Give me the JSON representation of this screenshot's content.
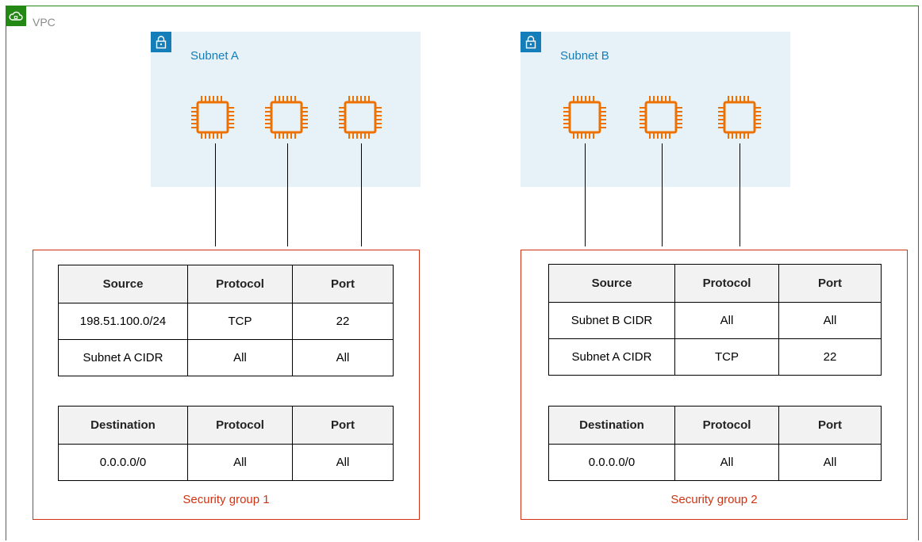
{
  "vpc": {
    "label": "VPC",
    "icon": "cloud-icon"
  },
  "subnets": [
    {
      "label": "Subnet A",
      "icon": "lock-icon"
    },
    {
      "label": "Subnet B",
      "icon": "lock-icon"
    }
  ],
  "security_groups": [
    {
      "label": "Security group 1",
      "inbound": {
        "headers": [
          "Source",
          "Protocol",
          "Port"
        ],
        "rows": [
          [
            "198.51.100.0/24",
            "TCP",
            "22"
          ],
          [
            "Subnet A CIDR",
            "All",
            "All"
          ]
        ]
      },
      "outbound": {
        "headers": [
          "Destination",
          "Protocol",
          "Port"
        ],
        "rows": [
          [
            "0.0.0.0/0",
            "All",
            "All"
          ]
        ]
      }
    },
    {
      "label": "Security group 2",
      "inbound": {
        "headers": [
          "Source",
          "Protocol",
          "Port"
        ],
        "rows": [
          [
            "Subnet B CIDR",
            "All",
            "All"
          ],
          [
            "Subnet A CIDR",
            "TCP",
            "22"
          ]
        ]
      },
      "outbound": {
        "headers": [
          "Destination",
          "Protocol",
          "Port"
        ],
        "rows": [
          [
            "0.0.0.0/0",
            "All",
            "All"
          ]
        ]
      }
    }
  ],
  "colors": {
    "vpc": "#248814",
    "subnet_fill": "#e6f2f8",
    "subnet_accent": "#147eba",
    "instance": "#ed7100",
    "security_group": "#d13212"
  }
}
